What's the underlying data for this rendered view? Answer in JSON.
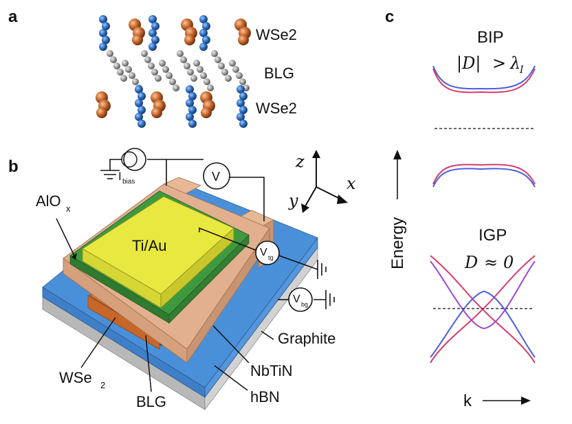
{
  "panels": {
    "a": {
      "letter": "a",
      "top_layer": "WSe2",
      "middle_layer": "BLG",
      "bottom_layer": "WSe2",
      "colors": {
        "W": "#2f6fc0",
        "Se": "#c8662a",
        "C": "#9a9a9a"
      }
    },
    "b": {
      "letter": "b",
      "labels": {
        "aluminum_oxide": "AlO",
        "aluminum_oxide_sub": "x",
        "top_gate_metal": "Ti/Au",
        "bias": "I",
        "bias_sub": "bias",
        "voltmeter": "V",
        "top_gate": "V",
        "top_gate_sub": "tg",
        "back_gate": "V",
        "back_gate_sub": "bg",
        "graphite": "Graphite",
        "nbtin": "NbTiN",
        "wse2": "WSe",
        "wse2_sub": "2",
        "blg": "BLG",
        "hbn": "hBN"
      },
      "axes": {
        "z": "z",
        "y": "y",
        "x": "x"
      },
      "colors": {
        "hbn": "#4a90d9",
        "graphite": "#c8c8c8",
        "nbtin": "#e2b08f",
        "alox": "#3a8a3a",
        "tiau": "#e4e43a",
        "bilayer": "#d9752f"
      }
    },
    "c": {
      "letter": "c",
      "top_phase": "BIP",
      "top_condition_lhs": "|D|",
      "top_condition_op": ">",
      "top_condition_rhs": "λ",
      "top_condition_rhs_sub": "I",
      "bottom_phase": "IGP",
      "bottom_condition_lhs": "D",
      "bottom_condition_op": "≈",
      "bottom_condition_rhs": "0",
      "y_axis": "Energy",
      "x_axis": "k",
      "colors": {
        "red": "#d63a6a",
        "blue": "#4a5de0",
        "purple": "#9d45d6"
      }
    }
  }
}
